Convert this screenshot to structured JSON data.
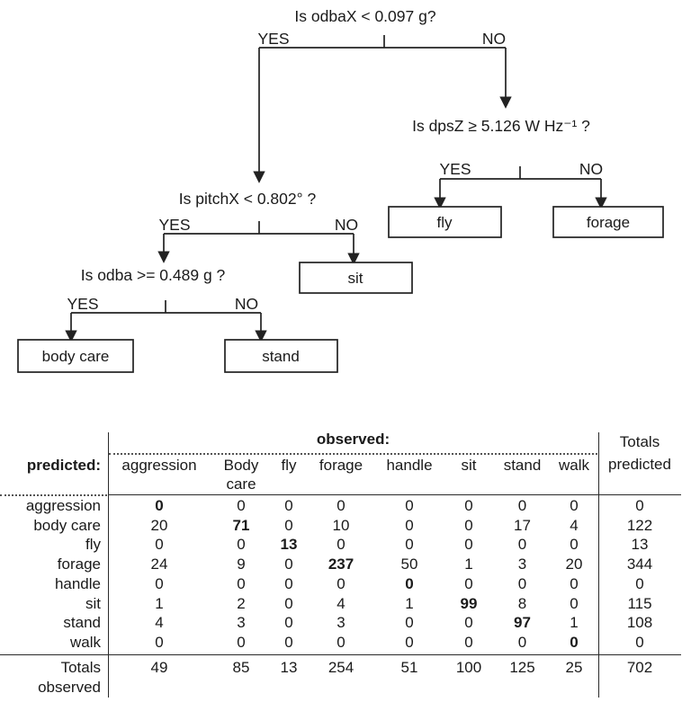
{
  "tree": {
    "yes_label": "YES",
    "no_label": "NO",
    "root_question": "Is odbaX < 0.097 g?",
    "dpsz_question": "Is dpsZ ≥ 5.126 W Hz⁻¹ ?",
    "pitchx_question": "Is pitchX < 0.802° ?",
    "odba_question": "Is odba >=  0.489 g ?",
    "leaves": {
      "fly": "fly",
      "forage": "forage",
      "sit": "sit",
      "body_care": "body care",
      "stand": "stand"
    }
  },
  "table": {
    "observed_label": "observed:",
    "predicted_label": "predicted:",
    "totals_predicted": [
      "Totals",
      "predicted"
    ],
    "totals_observed": [
      "Totals",
      "observed"
    ],
    "columns": [
      "aggression",
      "Body care",
      "fly",
      "forage",
      "handle",
      "sit",
      "stand",
      "walk"
    ],
    "rows": [
      {
        "label": "aggression",
        "values": [
          "0",
          "0",
          "0",
          "0",
          "0",
          "0",
          "0",
          "0"
        ],
        "total": "0"
      },
      {
        "label": "body care",
        "values": [
          "20",
          "71",
          "0",
          "10",
          "0",
          "0",
          "17",
          "4"
        ],
        "total": "122"
      },
      {
        "label": "fly",
        "values": [
          "0",
          "0",
          "13",
          "0",
          "0",
          "0",
          "0",
          "0"
        ],
        "total": "13"
      },
      {
        "label": "forage",
        "values": [
          "24",
          "9",
          "0",
          "237",
          "50",
          "1",
          "3",
          "20"
        ],
        "total": "344"
      },
      {
        "label": "handle",
        "values": [
          "0",
          "0",
          "0",
          "0",
          "0",
          "0",
          "0",
          "0"
        ],
        "total": "0"
      },
      {
        "label": "sit",
        "values": [
          "1",
          "2",
          "0",
          "4",
          "1",
          "99",
          "8",
          "0"
        ],
        "total": "115"
      },
      {
        "label": "stand",
        "values": [
          "4",
          "3",
          "0",
          "3",
          "0",
          "0",
          "97",
          "1"
        ],
        "total": "108"
      },
      {
        "label": "walk",
        "values": [
          "0",
          "0",
          "0",
          "0",
          "0",
          "0",
          "0",
          "0"
        ],
        "total": "0"
      }
    ],
    "totals_row": {
      "values": [
        "49",
        "85",
        "13",
        "254",
        "51",
        "100",
        "125",
        "25"
      ],
      "total": "702"
    },
    "ink_color": "#1a1a1a",
    "background_color": "#ffffff"
  }
}
